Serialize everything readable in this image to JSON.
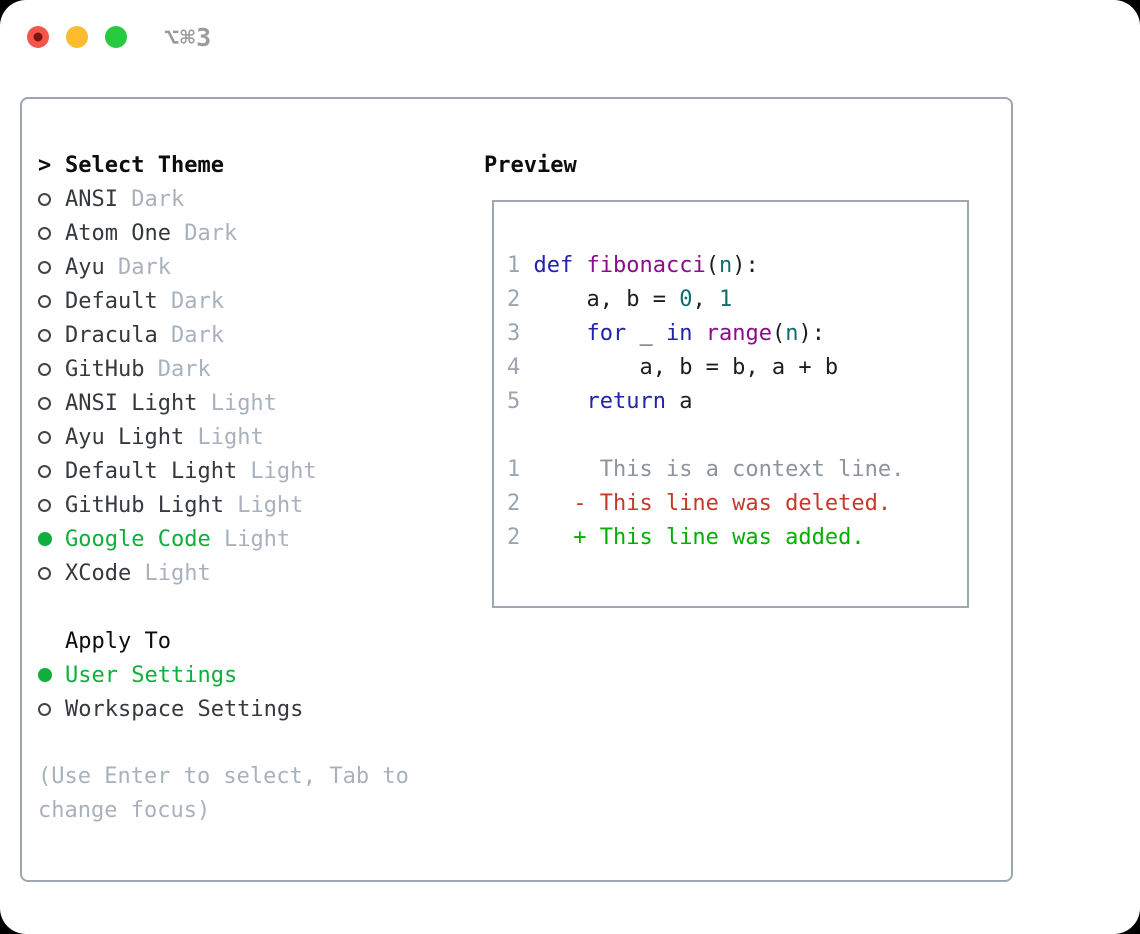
{
  "window": {
    "title": "⌥⌘3",
    "traffic_lights": [
      {
        "name": "close",
        "color": "#f5564c",
        "inner_dot": "#7c150e"
      },
      {
        "name": "minimize",
        "color": "#fbbd2e",
        "inner_dot": null
      },
      {
        "name": "zoom",
        "color": "#27c93f",
        "inner_dot": null
      }
    ]
  },
  "theme_picker": {
    "header": {
      "prefix": ">",
      "label": "Select Theme"
    },
    "themes": [
      {
        "name": "ANSI",
        "variant": "Dark",
        "selected": false
      },
      {
        "name": "Atom One",
        "variant": "Dark",
        "selected": false
      },
      {
        "name": "Ayu",
        "variant": "Dark",
        "selected": false
      },
      {
        "name": "Default",
        "variant": "Dark",
        "selected": false
      },
      {
        "name": "Dracula",
        "variant": "Dark",
        "selected": false
      },
      {
        "name": "GitHub",
        "variant": "Dark",
        "selected": false
      },
      {
        "name": "ANSI Light",
        "variant": "Light",
        "selected": false
      },
      {
        "name": "Ayu Light",
        "variant": "Light",
        "selected": false
      },
      {
        "name": "Default Light",
        "variant": "Light",
        "selected": false
      },
      {
        "name": "GitHub Light",
        "variant": "Light",
        "selected": false
      },
      {
        "name": "Google Code",
        "variant": "Light",
        "selected": true
      },
      {
        "name": "XCode",
        "variant": "Light",
        "selected": false
      }
    ],
    "apply_to": {
      "label": "Apply To",
      "options": [
        {
          "name": "User Settings",
          "selected": true
        },
        {
          "name": "Workspace Settings",
          "selected": false
        }
      ]
    },
    "help": "(Use Enter to select, Tab to change focus)"
  },
  "preview": {
    "label": "Preview",
    "code_lines": [
      {
        "num": "1",
        "tokens": [
          {
            "text": " ",
            "style": "plain"
          },
          {
            "text": "def",
            "style": "keyword"
          },
          {
            "text": " ",
            "style": "plain"
          },
          {
            "text": "fibonacci",
            "style": "type"
          },
          {
            "text": "(",
            "style": "plain"
          },
          {
            "text": "n",
            "style": "literal"
          },
          {
            "text": "):",
            "style": "plain"
          }
        ]
      },
      {
        "num": "2",
        "tokens": [
          {
            "text": "     a, b = ",
            "style": "plain"
          },
          {
            "text": "0",
            "style": "literal"
          },
          {
            "text": ", ",
            "style": "plain"
          },
          {
            "text": "1",
            "style": "literal"
          }
        ]
      },
      {
        "num": "3",
        "tokens": [
          {
            "text": "     ",
            "style": "plain"
          },
          {
            "text": "for",
            "style": "keyword"
          },
          {
            "text": " _ ",
            "style": "plain"
          },
          {
            "text": "in",
            "style": "keyword"
          },
          {
            "text": " ",
            "style": "plain"
          },
          {
            "text": "range",
            "style": "type"
          },
          {
            "text": "(",
            "style": "plain"
          },
          {
            "text": "n",
            "style": "literal"
          },
          {
            "text": "):",
            "style": "plain"
          }
        ]
      },
      {
        "num": "4",
        "tokens": [
          {
            "text": "         a, b = b, a + b",
            "style": "plain"
          }
        ]
      },
      {
        "num": "5",
        "tokens": [
          {
            "text": "     ",
            "style": "plain"
          },
          {
            "text": "return",
            "style": "keyword"
          },
          {
            "text": " a",
            "style": "plain"
          }
        ]
      }
    ],
    "diff_lines": [
      {
        "num": "1",
        "style": "context",
        "text": "      This is a context line."
      },
      {
        "num": "2",
        "style": "deleted",
        "text": "    - This line was deleted."
      },
      {
        "num": "2",
        "style": "added",
        "text": "    + This line was added."
      }
    ]
  },
  "colors": {
    "accent_green": "#0fae3d",
    "page_background": "#000000",
    "window_background": "#ffffff",
    "panel_border": "#9ea7b0",
    "heading_text": "#0b0d0f",
    "item_text": "#35393e",
    "muted_text": "#a9b2bc",
    "line_number": "#9aa4b2",
    "titlebar_text": "#9b9b9b",
    "code": {
      "keyword": "#2222aa",
      "type": "#8a0d8a",
      "literal": "#0e6e6e",
      "plain": "#1e1e1e"
    },
    "diff": {
      "context": "#8d949c",
      "deleted": "#c5392b",
      "added": "#00b000"
    }
  }
}
